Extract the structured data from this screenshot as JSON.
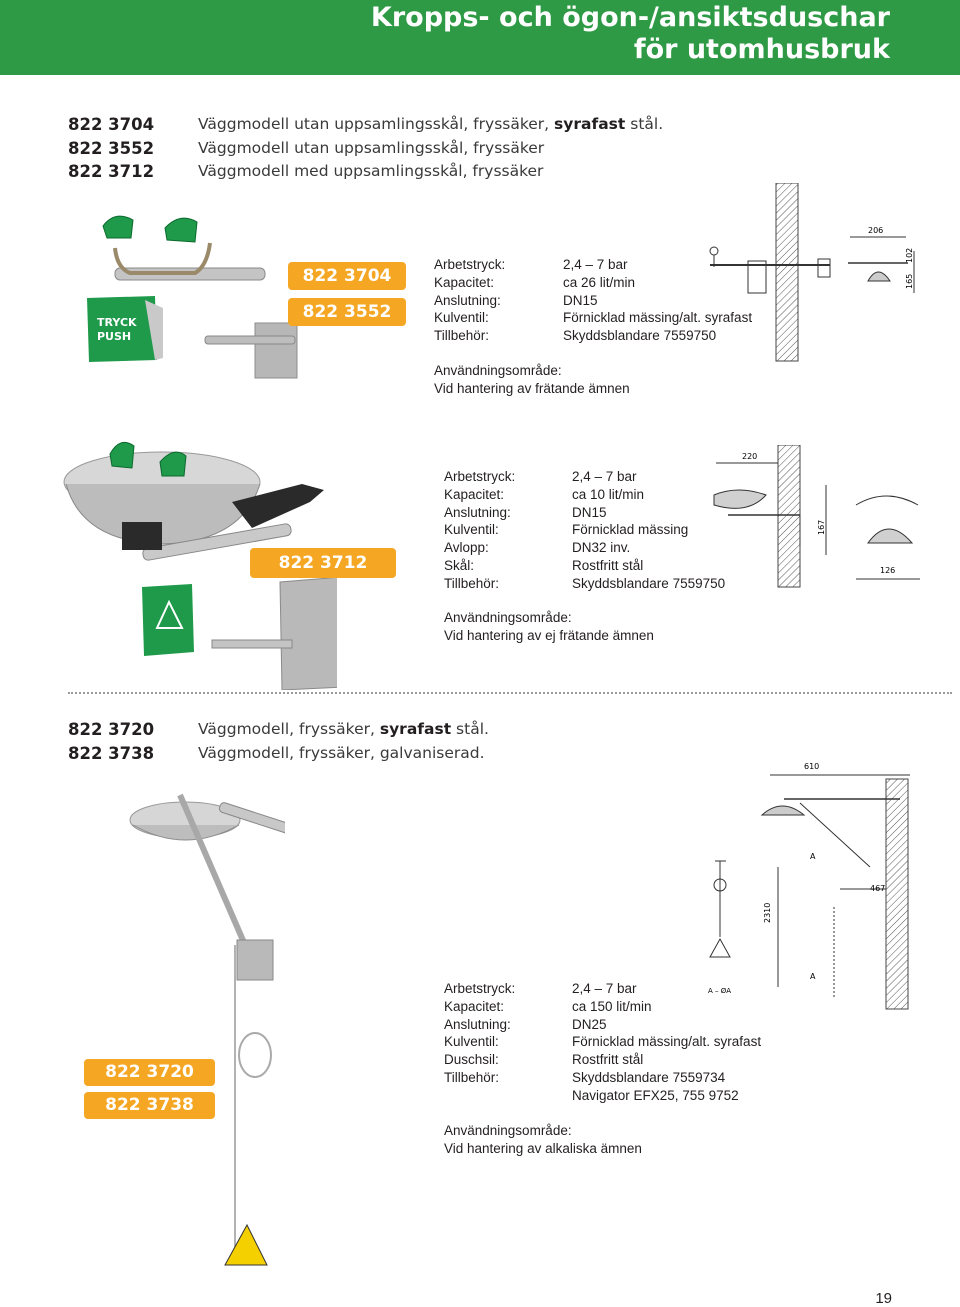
{
  "header": {
    "line1": "Kropps- och ögon-/ansiktsduschar",
    "line2": "för utomhusbruk"
  },
  "group1": {
    "products": [
      {
        "code": "822 3704",
        "desc": "Väggmodell utan uppsamlingsskål, fryssäker, ",
        "bold": "syrafast",
        "tail": " stål."
      },
      {
        "code": "822 3552",
        "desc": "Väggmodell utan uppsamlingsskål, fryssäker",
        "bold": "",
        "tail": ""
      },
      {
        "code": "822 3712",
        "desc": "Väggmodell med uppsamlingsskål, fryssäker",
        "bold": "",
        "tail": ""
      }
    ]
  },
  "block1": {
    "badges": [
      "822 3704",
      "822 3552"
    ],
    "sign": {
      "line1": "TRYCK",
      "line2": "PUSH"
    },
    "specs": [
      {
        "k": "Arbetstryck:",
        "v": "2,4 – 7 bar"
      },
      {
        "k": "Kapacitet:",
        "v": "ca 26 lit/min"
      },
      {
        "k": "Anslutning:",
        "v": "DN15"
      },
      {
        "k": "Kulventil:",
        "v": "Förnicklad mässing/alt. syrafast"
      },
      {
        "k": "Tillbehör:",
        "v": "Skyddsblandare 7559750"
      }
    ],
    "usage_label": "Användningsområde:",
    "usage_text": "Vid hantering av frätande ämnen",
    "dims": {
      "width": "206",
      "h1": "165",
      "h2": "102"
    }
  },
  "block2": {
    "badges": [
      "822 3712"
    ],
    "specs": [
      {
        "k": "Arbetstryck:",
        "v": "2,4 – 7 bar"
      },
      {
        "k": "Kapacitet:",
        "v": "ca 10 lit/min"
      },
      {
        "k": "Anslutning:",
        "v": "DN15"
      },
      {
        "k": "Kulventil:",
        "v": "Förnicklad mässing"
      },
      {
        "k": "Avlopp:",
        "v": "DN32 inv."
      },
      {
        "k": "Skål:",
        "v": "Rostfritt stål"
      },
      {
        "k": "Tillbehör:",
        "v": "Skyddsblandare 7559750"
      }
    ],
    "usage_label": "Användningsområde:",
    "usage_text": "Vid hantering av ej frätande ämnen",
    "dims": {
      "width": "220",
      "h1": "167",
      "h2": "126"
    }
  },
  "group2": {
    "products": [
      {
        "code": "822 3720",
        "desc": "Väggmodell, fryssäker, ",
        "bold": "syrafast",
        "tail": " stål."
      },
      {
        "code": "822 3738",
        "desc": "Väggmodell, fryssäker, galvaniserad.",
        "bold": "",
        "tail": ""
      }
    ]
  },
  "block3": {
    "badges": [
      "822 3720",
      "822 3738"
    ],
    "specs": [
      {
        "k": "Arbetstryck:",
        "v": "2,4 – 7 bar"
      },
      {
        "k": "Kapacitet:",
        "v": "ca 150 lit/min"
      },
      {
        "k": "Anslutning:",
        "v": "DN25"
      },
      {
        "k": "Kulventil:",
        "v": "Förnicklad mässing/alt. syrafast"
      },
      {
        "k": "Duschsil:",
        "v": "Rostfritt stål"
      },
      {
        "k": "Tillbehör:",
        "v": "Skyddsblandare 7559734"
      },
      {
        "k": "",
        "v": "Navigator EFX25, 755 9752"
      }
    ],
    "usage_label": "Användningsområde:",
    "usage_text": "Vid hantering av alkaliska ämnen",
    "dims": {
      "width": "610",
      "height": "2310",
      "arm": "467",
      "markA": "A",
      "section": "A – ØA"
    }
  },
  "page_number": "19",
  "colors": {
    "header_green": "#2e9a45",
    "badge_orange": "#f5a623",
    "sign_green": "#1e9a4a"
  }
}
